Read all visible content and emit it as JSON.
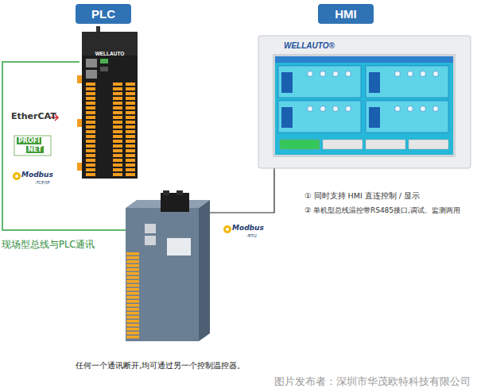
{
  "diagram": {
    "caption": "任何一个通讯断开,均可通过另一个控制温控器。",
    "nodes": [
      {
        "text": [
          "PLC",
          "WELLAUTO"
        ]
      },
      {
        "text": [
          "HMI",
          "WELLAUTO®"
        ]
      }
    ],
    "labels": [
      "EtherCAT",
      "PROFI",
      "NET",
      "Modbus",
      "-TCP/IP",
      "现场型总线与PLC通讯",
      "Modbus",
      "-RTU",
      "① 同时支持 HMI 直连控制 / 显示",
      "② 单机型总线温控带RS485接口,调试、监测两用",
      "图片发布者：深圳市华茂欧特科技有限公司"
    ]
  }
}
